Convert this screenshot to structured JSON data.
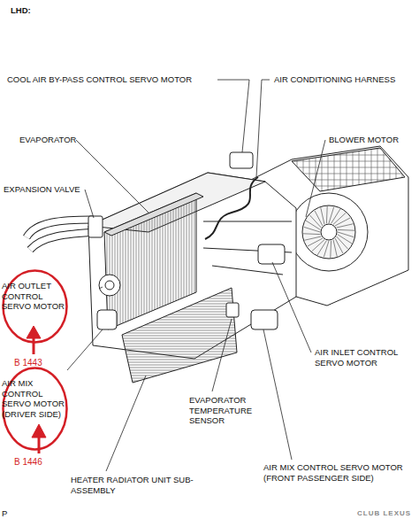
{
  "diagram": {
    "nodes": [
      {
        "text": [
          "AIR OUTLET CONTROL SERVO MOTOR"
        ]
      },
      {
        "text": [
          "AIR MIX CONTROL SERVO MOTOR (DRIVER SIDE)"
        ]
      }
    ],
    "labels": [
      "LHD:",
      "COOL AIR BY-PASS CONTROL SERVO MOTOR",
      "AIR CONDITIONING HARNESS",
      "EVAPORATOR",
      "BLOWER MOTOR",
      "EXPANSION VALVE",
      "B 1443",
      "AIR INLET CONTROL SERVO MOTOR",
      "EVAPORATOR TEMPERATURE SENSOR",
      "B 1446",
      "HEATER RADIATOR UNIT SUB-ASSEMBLY",
      "AIR MIX CONTROL SERVO MOTOR (FRONT PASSENGER SIDE)",
      "CLUB LEXUS",
      "P"
    ]
  }
}
